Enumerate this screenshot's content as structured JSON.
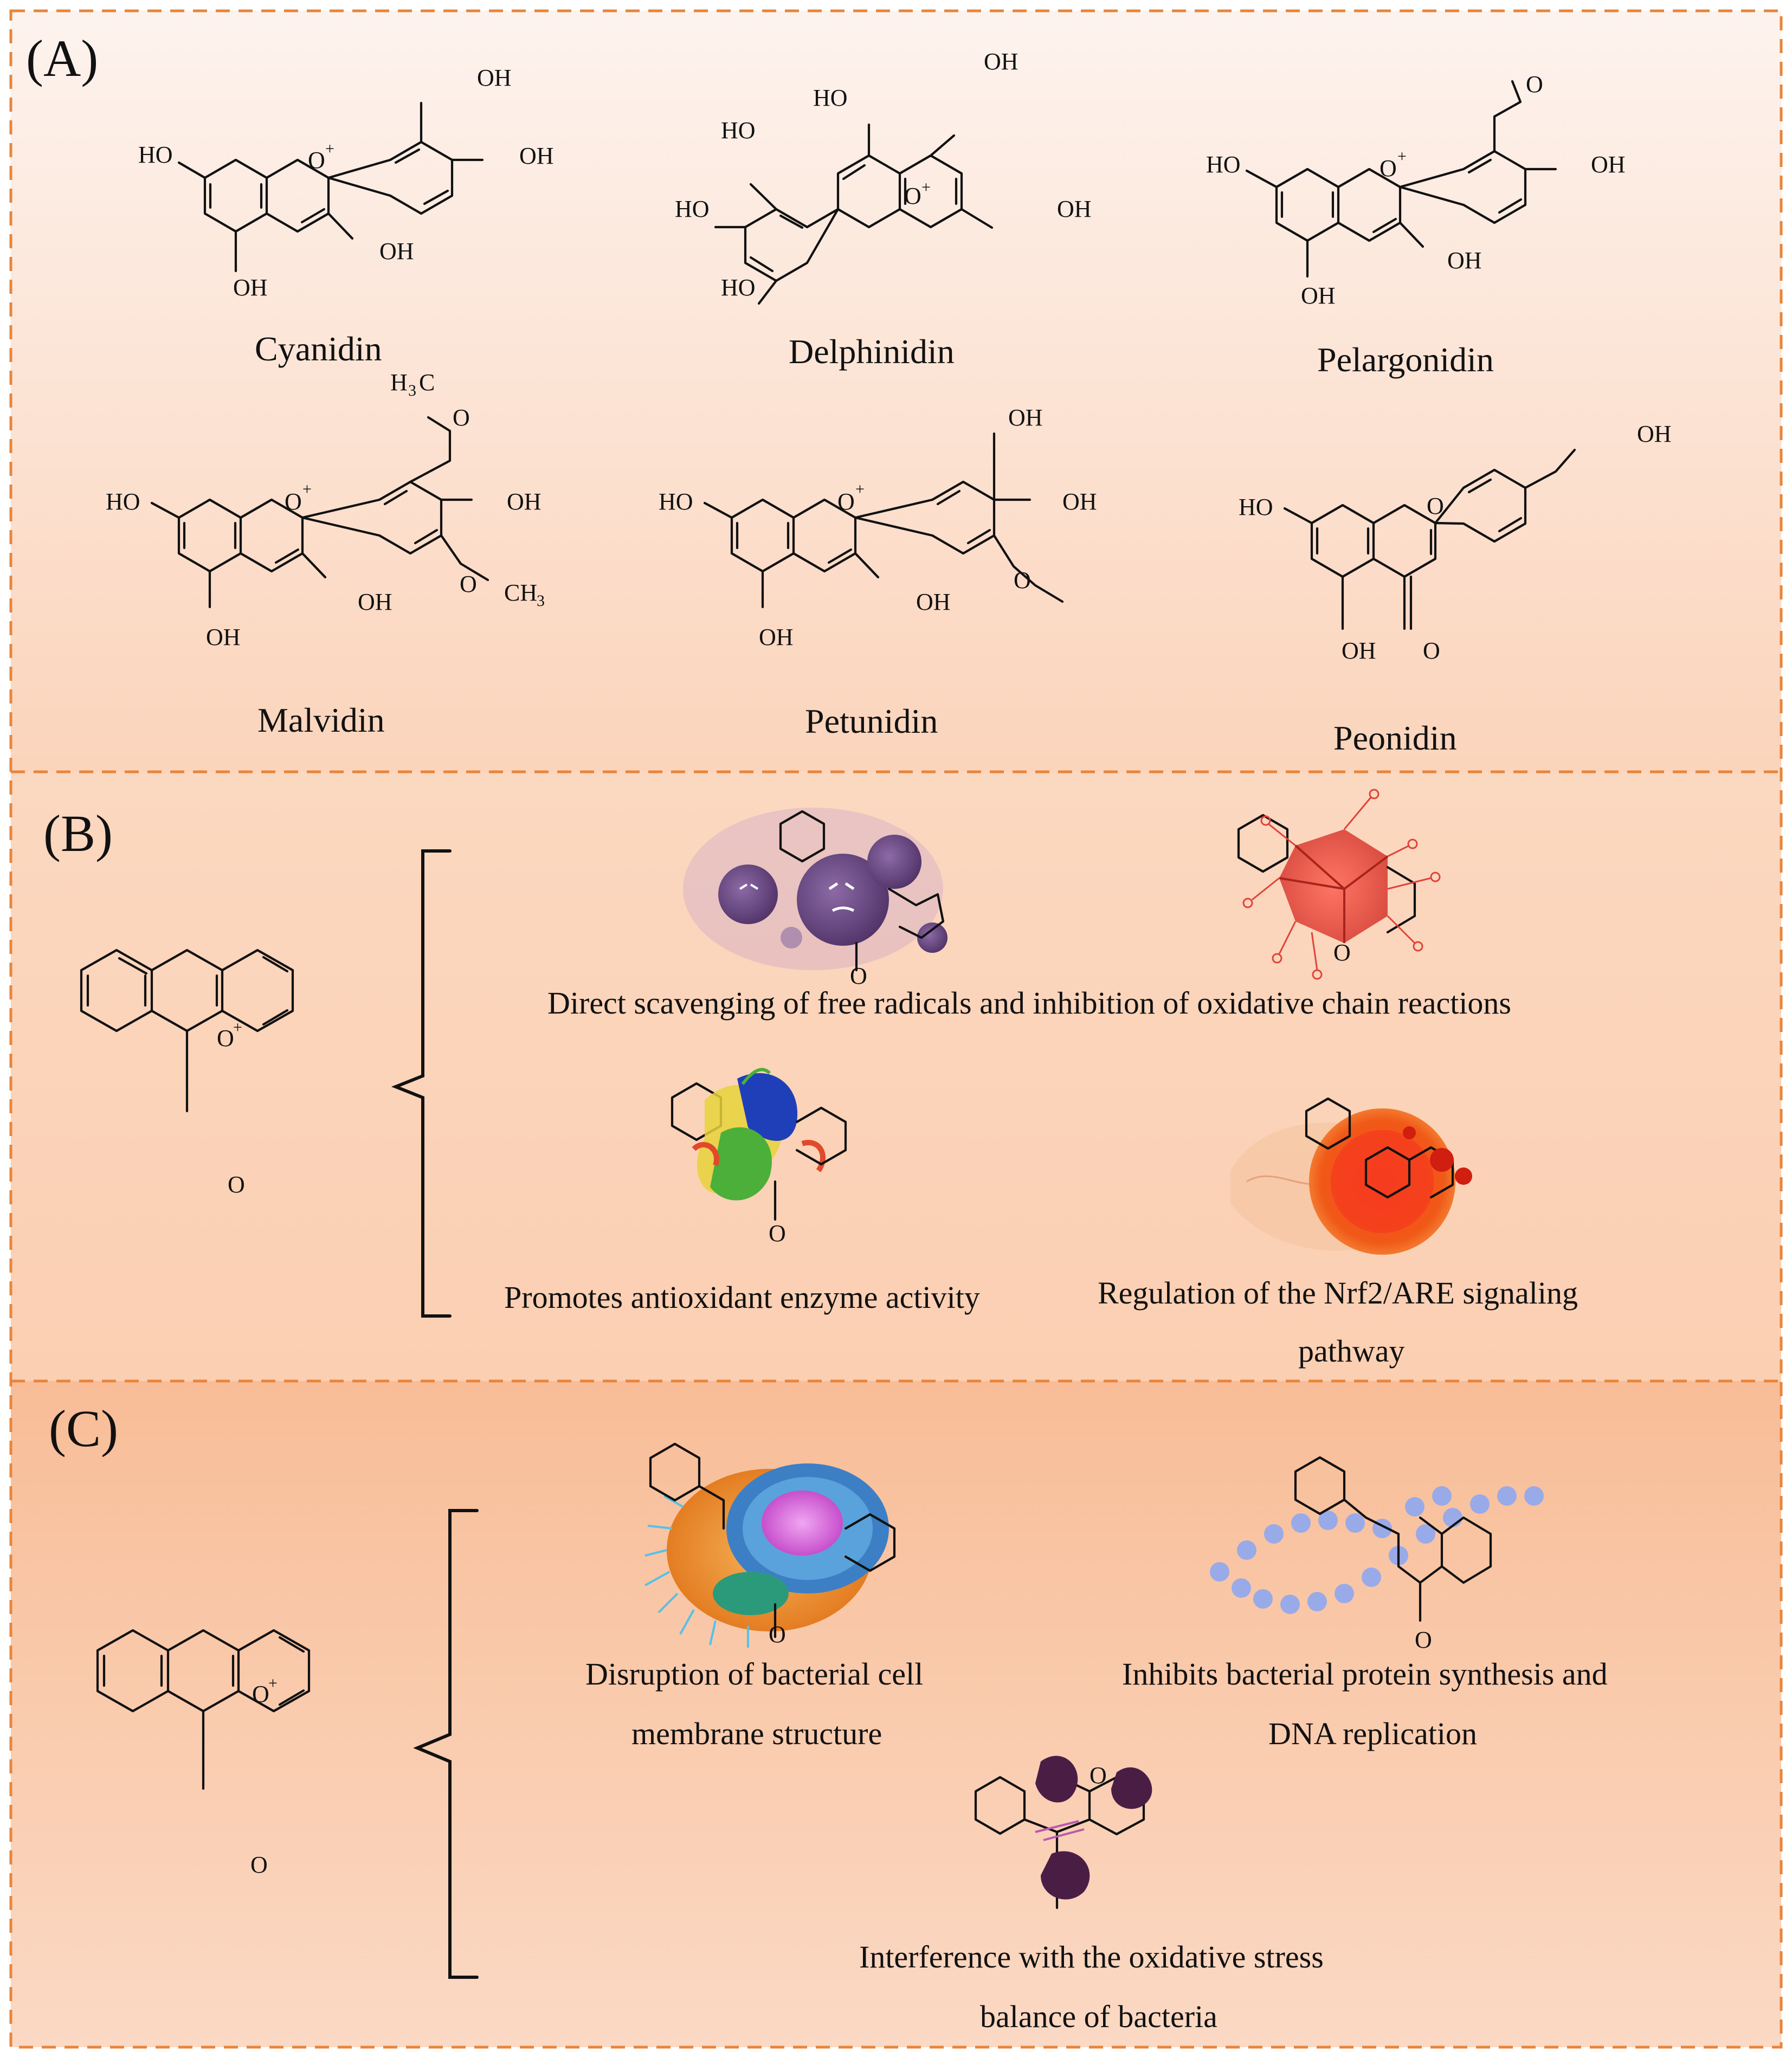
{
  "panels": {
    "a": {
      "letter": "(A)",
      "compounds": [
        {
          "name": "Cyanidin",
          "atoms": [
            "HO",
            "O",
            "+",
            "OH",
            "OH",
            "OH",
            "OH"
          ]
        },
        {
          "name": "Delphinidin",
          "atoms": [
            "OH",
            "HO",
            "HO",
            "HO",
            "HO",
            "O",
            "+",
            "OH"
          ]
        },
        {
          "name": "Pelargonidin",
          "atoms": [
            "O",
            "HO",
            "O",
            "+",
            "OH",
            "OH",
            "OH"
          ]
        },
        {
          "name": "Malvidin",
          "atoms": [
            "H",
            "3",
            "C",
            "O",
            "HO",
            "O",
            "+",
            "OH",
            "OH",
            "OH",
            "O",
            "CH",
            "3"
          ]
        },
        {
          "name": "Petunidin",
          "atoms": [
            "OH",
            "HO",
            "O",
            "+",
            "OH",
            "OH",
            "OH",
            "O"
          ]
        },
        {
          "name": "Peonidin",
          "atoms": [
            "OH",
            "HO",
            "O",
            "OH",
            "O"
          ]
        }
      ]
    },
    "b": {
      "letter": "(B)",
      "core_atoms": [
        "O",
        "+",
        "O"
      ],
      "captions": {
        "radicals": "Direct scavenging of free radicals and inhibition of oxidative chain reactions",
        "enzyme": "Promotes  antioxidant  enzyme  activity",
        "nrf2_line1": "Regulation of the Nrf2/ARE signaling",
        "nrf2_line2": "pathway"
      }
    },
    "c": {
      "letter": "(C)",
      "core_atoms": [
        "O",
        "+",
        "O"
      ],
      "captions": {
        "membrane_line1": "Disruption of bacterial cell",
        "membrane_line2": "membrane structure",
        "protein_line1": "Inhibits bacterial protein synthesis and",
        "protein_line2": "DNA replication",
        "stress_line1": "Interference with the oxidative stress",
        "stress_line2": "balance of bacteria"
      }
    }
  },
  "colors": {
    "frame_dash": "#e8853a",
    "panel_a_top": "#fdf2ec",
    "panel_a_bottom": "#fbd6bf",
    "panel_b": "#fbd3b9",
    "panel_c_top": "#f9c09c",
    "panel_c_bottom": "#fbd8c3",
    "virus": "#6b4a82",
    "radical_red": "#e0443a",
    "protein_green": "#4caf3a",
    "protein_blue": "#1f3fb8",
    "protein_yellow": "#e6d23a",
    "cell_orange": "#f0902a",
    "nucleus_blue": "#3d7fc4",
    "nucleus_pink": "#d24fc8",
    "dna_blue": "#8fa8f0",
    "bacteria_purple": "#4a1e44"
  }
}
